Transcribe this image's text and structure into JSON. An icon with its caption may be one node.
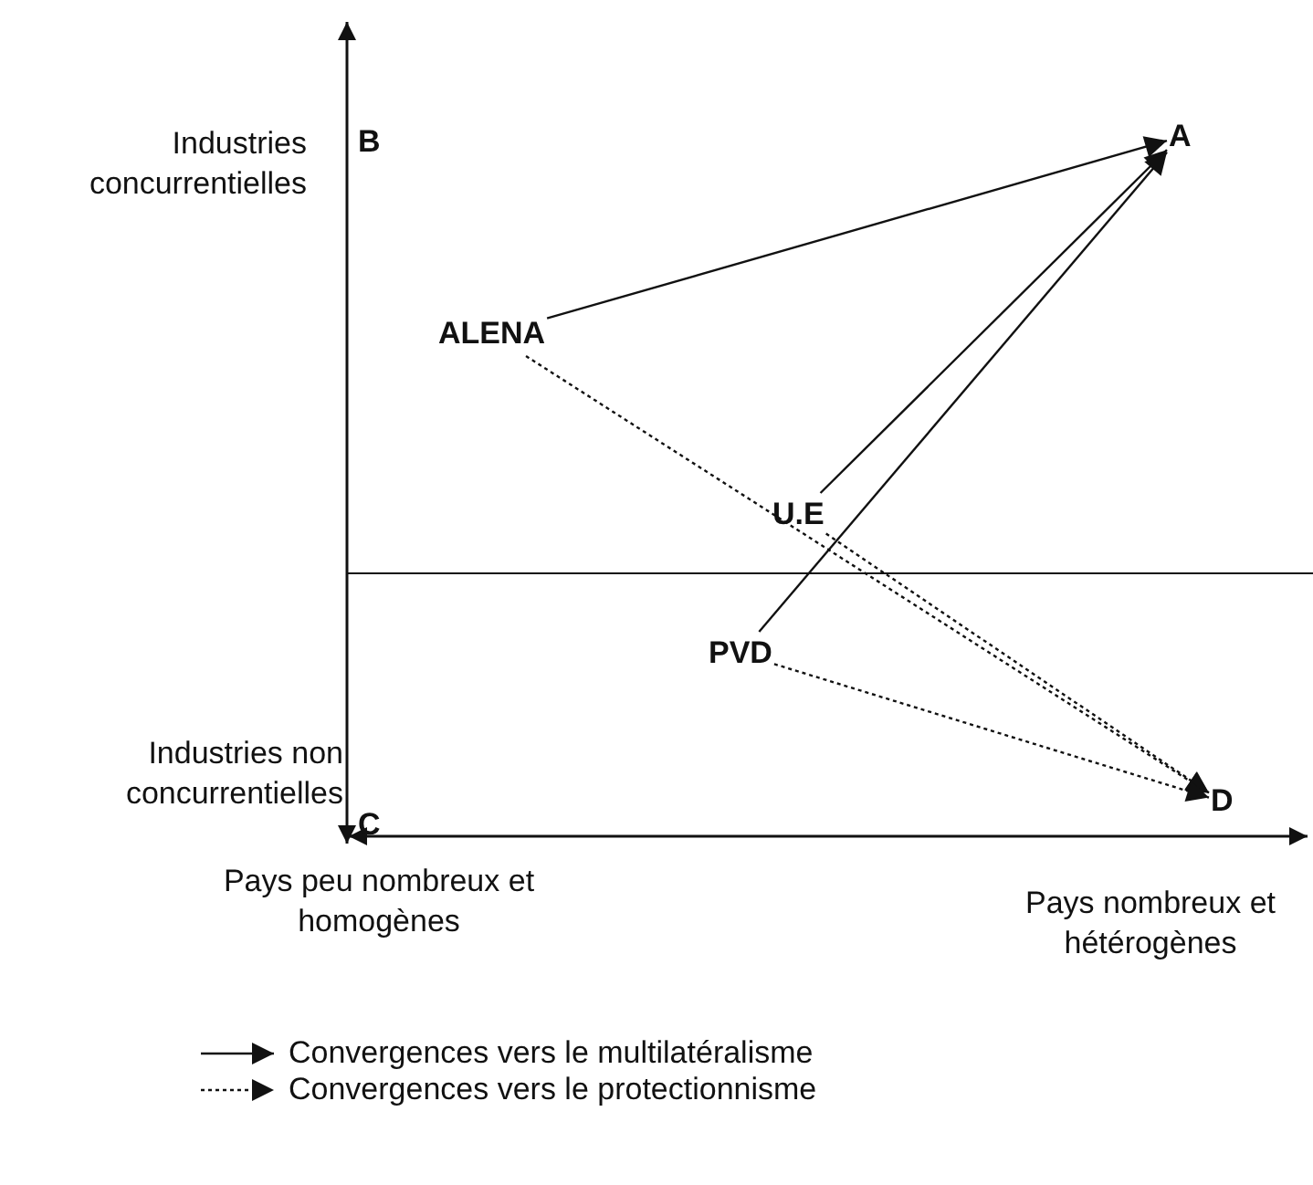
{
  "diagram": {
    "nodes": [
      {
        "text": [
          "A"
        ]
      },
      {
        "text": [
          "ALENA"
        ]
      },
      {
        "text": [
          "U.E"
        ]
      },
      {
        "text": [
          "PVD"
        ]
      },
      {
        "text": [
          "D"
        ]
      }
    ],
    "edges": [
      {
        "from": 1,
        "to": 0,
        "arrow": "to"
      },
      {
        "from": 2,
        "to": 0,
        "arrow": "to"
      },
      {
        "from": 3,
        "to": 0,
        "arrow": "to"
      },
      {
        "from": 1,
        "to": 4,
        "arrow": "to",
        "style": "dashed"
      },
      {
        "from": 2,
        "to": 4,
        "arrow": "to",
        "style": "dashed"
      },
      {
        "from": 3,
        "to": 4,
        "arrow": "to",
        "style": "dashed"
      }
    ],
    "labels": [
      "Industries concurrentielles",
      "B",
      "Industries non concurrentielles",
      "C",
      "Pays peu nombreux et homogènes",
      "Pays nombreux et hétérogènes"
    ],
    "legend": [
      {
        "text": "Convergences vers le multilatéralisme"
      },
      {
        "text": "Convergences vers le protectionnisme"
      }
    ]
  }
}
